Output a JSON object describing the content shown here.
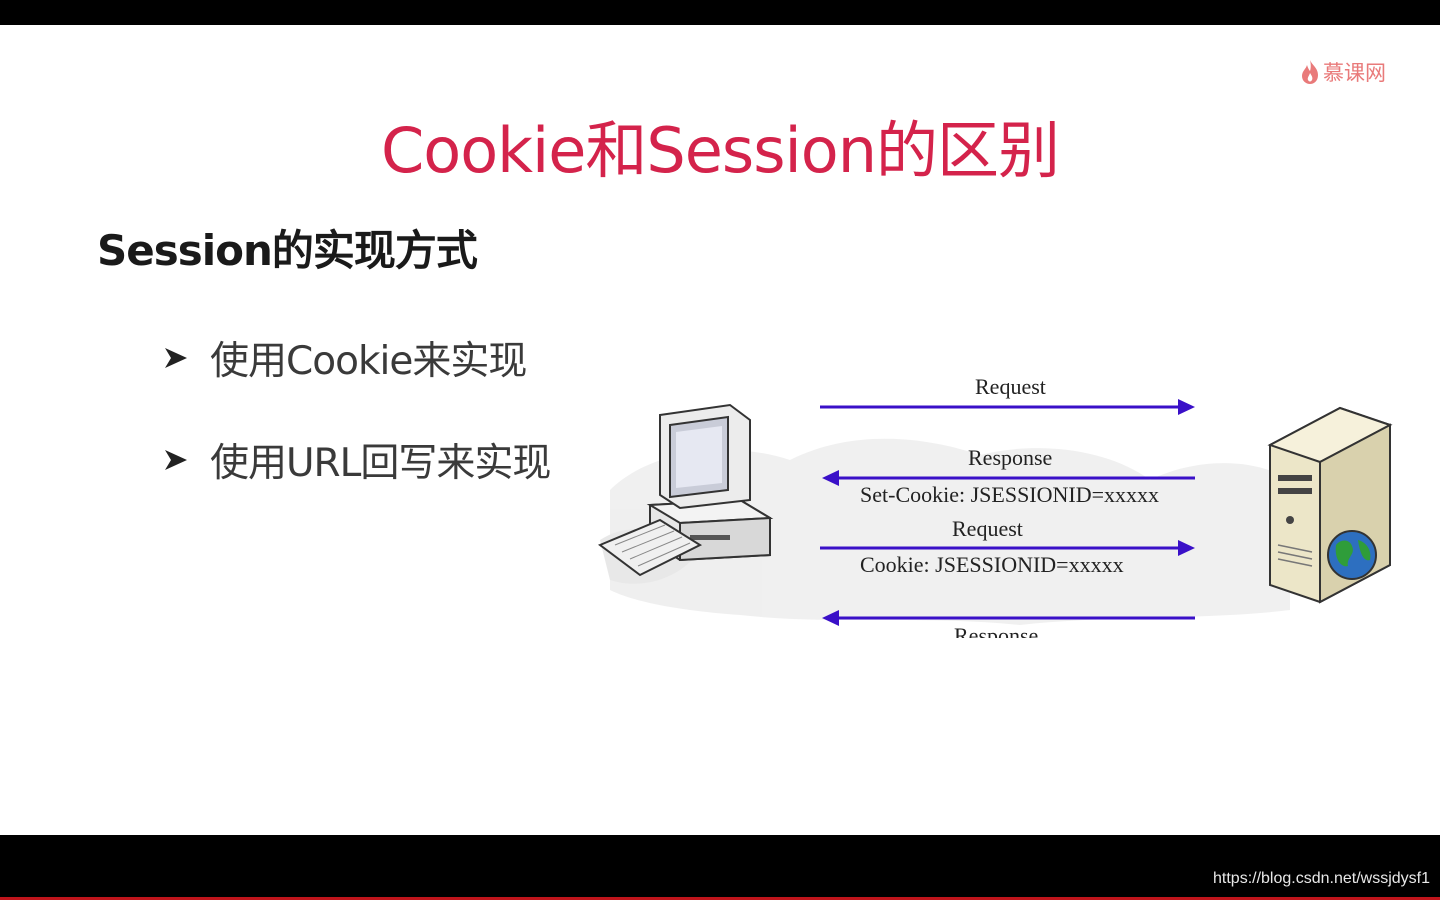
{
  "logo": {
    "text": "慕课网",
    "icon": "flame-icon",
    "color": "#e97a7a"
  },
  "slide": {
    "title": "Cookie和Session的区别",
    "subtitle": "Session的实现方式",
    "bullets": [
      {
        "marker": "arrow-bullet-icon",
        "text": "使用Cookie来实现"
      },
      {
        "marker": "arrow-bullet-icon",
        "text": "使用URL回写来实现"
      }
    ]
  },
  "diagram": {
    "client_icon": "desktop-computer-icon",
    "server_icon": "server-globe-icon",
    "messages": [
      {
        "label": "Request",
        "detail": "",
        "direction": "to-server"
      },
      {
        "label": "Response",
        "detail": "Set-Cookie: JSESSIONID=xxxxx",
        "direction": "to-client"
      },
      {
        "label": "Request",
        "detail": "Cookie: JSESSIONID=xxxxx",
        "direction": "to-server"
      },
      {
        "label": "Response",
        "detail": "",
        "direction": "to-client"
      }
    ],
    "arrow_color": "#3a10c8"
  },
  "watermark": "https://blog.csdn.net/wssjdysf1",
  "colors": {
    "title": "#d4234b",
    "bottom_accent": "#c0141b"
  }
}
